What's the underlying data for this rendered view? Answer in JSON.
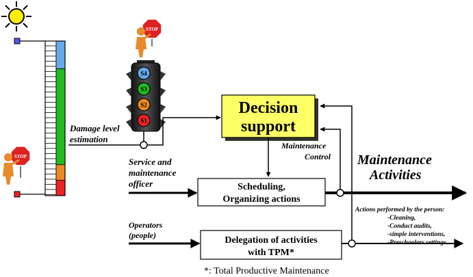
{
  "diagram": {
    "decision_box": {
      "line1": "Decision",
      "line2": "support",
      "fill": "#ffff66"
    },
    "scheduling_box": {
      "line1": "Scheduling,",
      "line2": "Organizing actions"
    },
    "delegation_box": {
      "line1": "Delegation of activities",
      "line2": "with TPM*"
    },
    "labels": {
      "damage_line1": "Damage level",
      "damage_line2": "estimation",
      "maintenance_control_line1": "Maintenance",
      "maintenance_control_line2": "Control",
      "service_line1": "Service and",
      "service_line2": "maintenance",
      "service_line3": "officer",
      "operators_line1": "Operators",
      "operators_line2": "(people)",
      "activities_line1": "Maintenance",
      "activities_line2": "Activities",
      "footnote": "*: Total Productive Maintenance"
    },
    "actions": {
      "title": "Actions performed by the person:",
      "items": [
        "-Cleaning,",
        "-Conduct audits,",
        "-simple interventions,",
        "-Preschoolers settings."
      ]
    },
    "traffic_light": {
      "lights": [
        {
          "label": "S4",
          "color": "#66aaee"
        },
        {
          "label": "S3",
          "color": "#22bb22"
        },
        {
          "label": "S2",
          "color": "#ee8822"
        },
        {
          "label": "S1",
          "color": "#ee2222"
        }
      ]
    },
    "stop_sign_text": "STOP",
    "gauge": {
      "segments": [
        {
          "fraction": 0.18,
          "color": "#66aaee"
        },
        {
          "fraction": 0.62,
          "color": "#22bb22"
        },
        {
          "fraction": 0.1,
          "color": "#ee8822"
        },
        {
          "fraction": 0.1,
          "color": "#ee2222"
        }
      ],
      "top_marker_color": "#5555ee",
      "bottom_marker_color": "#ee2222"
    },
    "colors": {
      "sun": "#ffee00",
      "figure": "#e88a2a",
      "stop_sign": "#dd2222"
    }
  }
}
